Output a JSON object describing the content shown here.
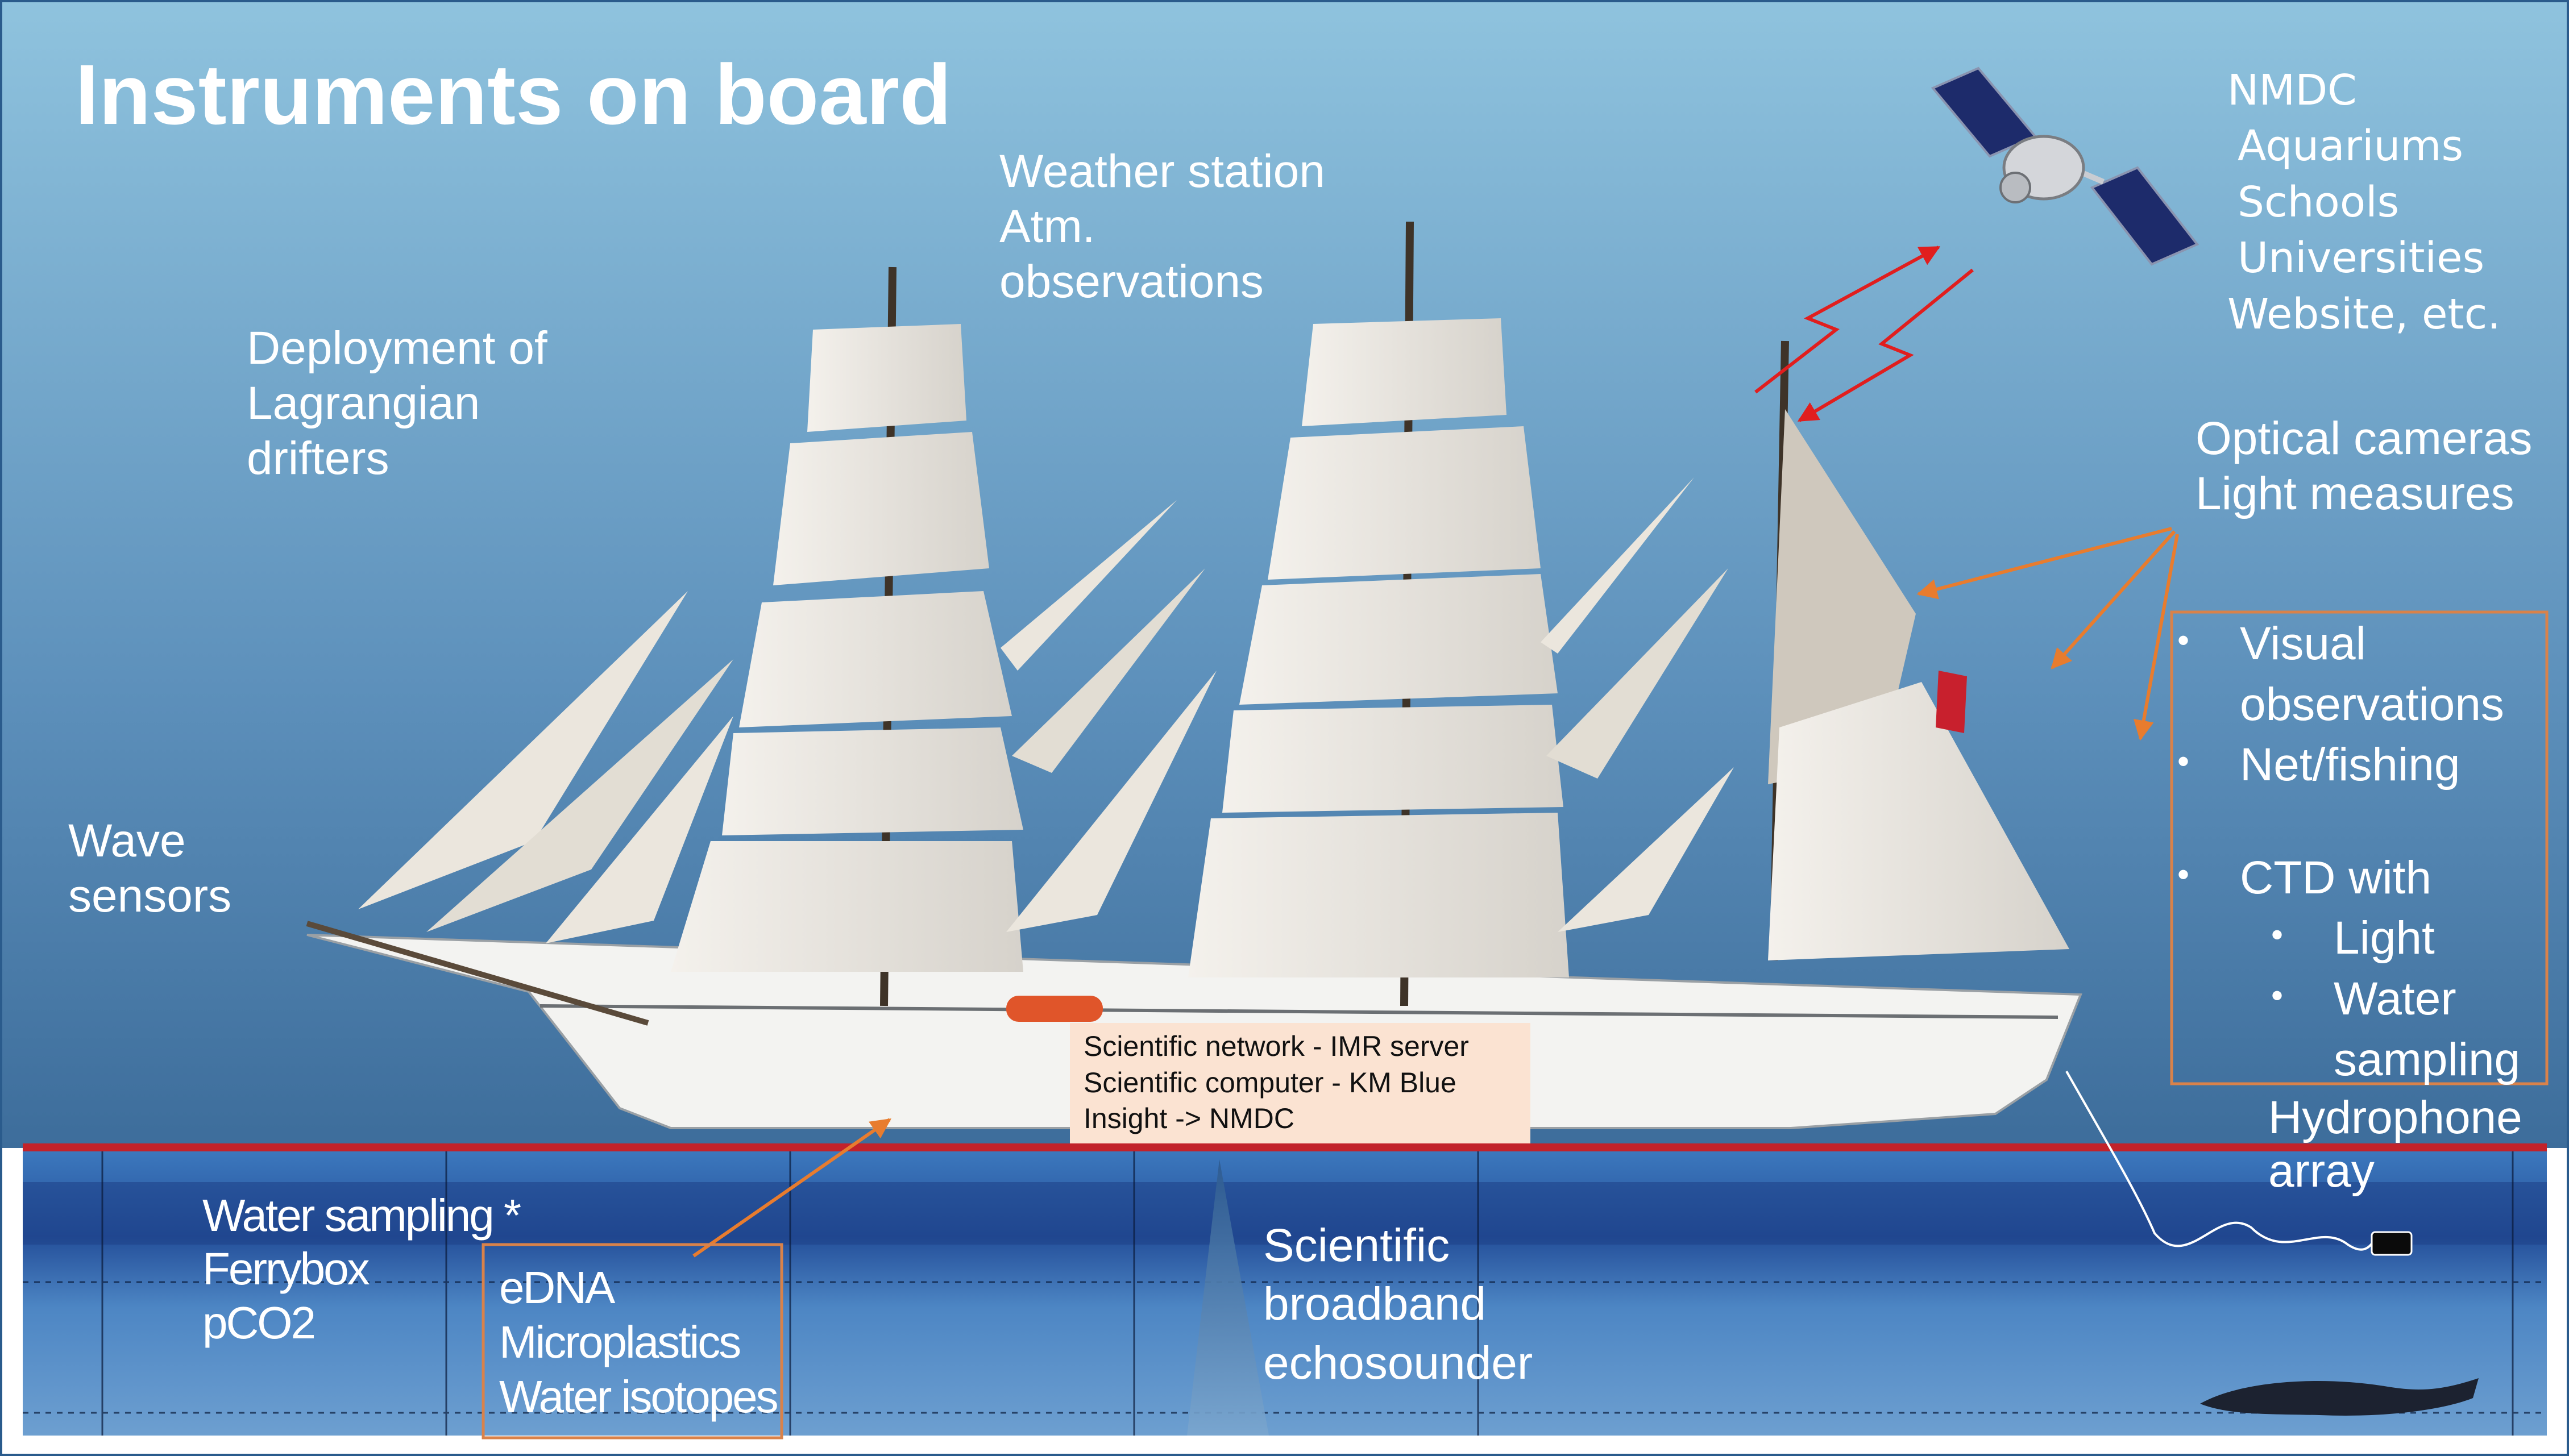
{
  "title": "Instruments on board",
  "labels": {
    "weather_station": [
      "Weather station",
      "Atm.",
      "observations"
    ],
    "lagrangian": [
      "Deployment of",
      "Lagrangian",
      "drifters"
    ],
    "wave_sensors": [
      "Wave",
      "sensors"
    ],
    "data_users": [
      "NMDC",
      "Aquariums",
      "Schools",
      "Universities",
      "Website, etc."
    ],
    "optical": [
      "Optical cameras",
      "Light measures"
    ],
    "hydrophone": [
      "Hydrophone",
      "array"
    ],
    "water_sampling": [
      "Water sampling *",
      "Ferrybox",
      "pCO2"
    ],
    "sample_box": [
      "eDNA",
      "Microplastics",
      "Water isotopes"
    ],
    "echosounder": [
      "Scientific",
      "broadband",
      "echosounder"
    ]
  },
  "observations_box": {
    "visual_1": "Visual",
    "visual_2": "observations",
    "net": "Net/fishing",
    "ctd": "CTD  with",
    "light": "Light",
    "water_1": "Water",
    "water_2": "sampling"
  },
  "network_box": [
    "Scientific network - IMR server",
    "Scientific computer - KM Blue",
    "Insight -> NMDC"
  ],
  "colors": {
    "sky_top": "#8cc1dd",
    "sky_bottom": "#3f6f9c",
    "sea": "#2e68b0",
    "arrow_orange": "#e87c2e",
    "link_red": "#e11e1e",
    "box_orange": "#d9824a",
    "network_box_fill": "#fbe3d2"
  }
}
